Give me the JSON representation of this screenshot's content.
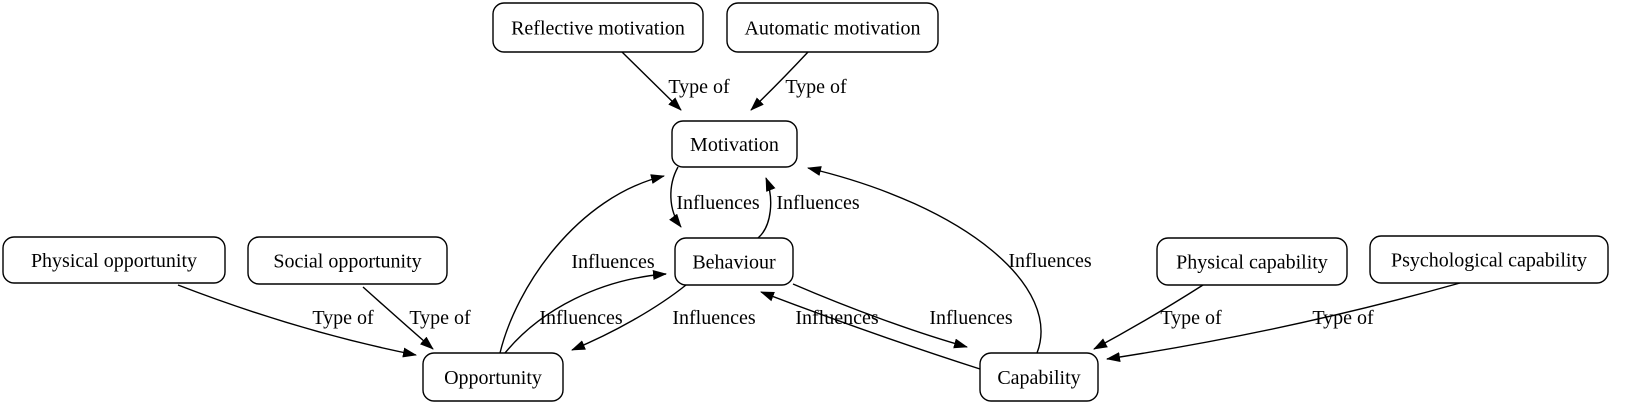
{
  "diagram": {
    "title": "COM-B model diagram",
    "colors": {
      "background": "#ffffff",
      "stroke": "#000000",
      "text": "#000000"
    },
    "nodes": [
      {
        "id": "reflective-motivation",
        "label": "Reflective motivation"
      },
      {
        "id": "automatic-motivation",
        "label": "Automatic motivation"
      },
      {
        "id": "motivation",
        "label": "Motivation"
      },
      {
        "id": "behaviour",
        "label": "Behaviour"
      },
      {
        "id": "physical-opportunity",
        "label": "Physical opportunity"
      },
      {
        "id": "social-opportunity",
        "label": "Social opportunity"
      },
      {
        "id": "opportunity",
        "label": "Opportunity"
      },
      {
        "id": "capability",
        "label": "Capability"
      },
      {
        "id": "physical-capability",
        "label": "Physical capability"
      },
      {
        "id": "psychological-capability",
        "label": "Psychological capability"
      }
    ],
    "edges": [
      {
        "from": "reflective-motivation",
        "to": "motivation",
        "label": "Type of"
      },
      {
        "from": "automatic-motivation",
        "to": "motivation",
        "label": "Type of"
      },
      {
        "from": "physical-opportunity",
        "to": "opportunity",
        "label": "Type of"
      },
      {
        "from": "social-opportunity",
        "to": "opportunity",
        "label": "Type of"
      },
      {
        "from": "physical-capability",
        "to": "capability",
        "label": "Type of"
      },
      {
        "from": "psychological-capability",
        "to": "capability",
        "label": "Type of"
      },
      {
        "from": "motivation",
        "to": "behaviour",
        "label": "Influences"
      },
      {
        "from": "behaviour",
        "to": "motivation",
        "label": "Influences"
      },
      {
        "from": "opportunity",
        "to": "motivation",
        "label": "Influences"
      },
      {
        "from": "opportunity",
        "to": "behaviour",
        "label": "Influences"
      },
      {
        "from": "behaviour",
        "to": "opportunity",
        "label": "Influences"
      },
      {
        "from": "capability",
        "to": "behaviour",
        "label": "Influences"
      },
      {
        "from": "behaviour",
        "to": "capability",
        "label": "Influences"
      },
      {
        "from": "capability",
        "to": "motivation",
        "label": "Influences"
      }
    ]
  }
}
